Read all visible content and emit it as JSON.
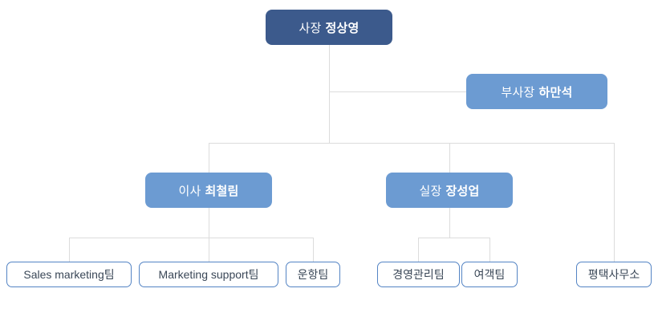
{
  "colors": {
    "level1_bg": "#3c5a8c",
    "level1_text": "#ffffff",
    "level2_bg": "#6c9bd2",
    "level2_text": "#ffffff",
    "leaf_bg": "#ffffff",
    "leaf_border": "#5484c4",
    "leaf_text": "#3a4757",
    "connector": "#dcdcdc"
  },
  "org_chart": {
    "president": {
      "title": "사장",
      "name": "정상영"
    },
    "vice_president": {
      "title": "부사장",
      "name": "하만석"
    },
    "director": {
      "title": "이사",
      "name": "최철림"
    },
    "chief": {
      "title": "실장",
      "name": "장성업"
    },
    "teams": [
      {
        "label": "Sales marketing팀"
      },
      {
        "label": "Marketing support팀"
      },
      {
        "label": "운항팀"
      },
      {
        "label": "경영관리팀"
      },
      {
        "label": "여객팀"
      },
      {
        "label": "평택사무소"
      }
    ]
  }
}
